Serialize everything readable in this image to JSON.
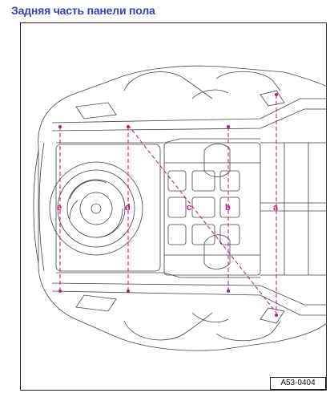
{
  "title": "Задняя часть панели пола",
  "figure_code": "A53-0404",
  "section_labels": [
    "e",
    "d",
    "c",
    "b",
    "a"
  ],
  "colors": {
    "title": "#3344bb",
    "section_lines": "#c0157a",
    "drawing": "#444444"
  }
}
